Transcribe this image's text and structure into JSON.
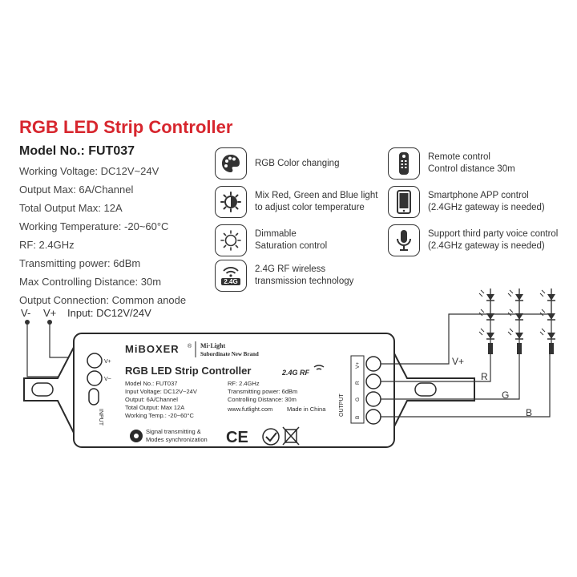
{
  "title": "RGB LED Strip Controller",
  "model": "Model No.: FUT037",
  "specs": [
    "Working Voltage: DC12V~24V",
    "Output Max: 6A/Channel",
    "Total Output Max: 12A",
    "Working Temperature: -20~60°C",
    "RF: 2.4GHz",
    "Transmitting power: 6dBm",
    "Max Controlling Distance: 30m",
    "Output Connection: Common anode"
  ],
  "features_mid": [
    {
      "icon": "palette-icon",
      "lines": [
        "RGB Color changing"
      ]
    },
    {
      "icon": "brightness-contrast-icon",
      "lines": [
        "Mix Red, Green and Blue light",
        "to adjust color temperature"
      ]
    },
    {
      "icon": "sun-dimmer-icon",
      "lines": [
        "Dimmable",
        "Saturation control"
      ]
    },
    {
      "icon": "wifi-2-4g-icon",
      "badge": "2.4G",
      "lines": [
        "2.4G RF wireless",
        "transmission technology"
      ]
    }
  ],
  "features_right": [
    {
      "icon": "remote-control-icon",
      "lines": [
        "Remote control",
        "Control distance 30m"
      ]
    },
    {
      "icon": "smartphone-icon",
      "lines": [
        "Smartphone APP control",
        "(2.4GHz gateway is needed)"
      ]
    },
    {
      "icon": "microphone-icon",
      "lines": [
        "Support third party voice control",
        "(2.4GHz gateway is needed)"
      ]
    }
  ],
  "wiring": {
    "v_minus": "V-",
    "v_plus": "V+",
    "input_label": "Input: DC12V/24V",
    "out_vplus": "V+",
    "out_r": "R",
    "out_g": "G",
    "out_b": "B"
  },
  "device": {
    "brand": "MiBOXER",
    "brand_reg": "®",
    "sub_brand": "Mi·Light",
    "sub_brand_tag": "Subordinate New Brand",
    "name": "RGB LED Strip Controller",
    "rf_badge": "2.4G RF",
    "term_vplus": "V+",
    "term_vminus": "V−",
    "input_vert": "INPUT",
    "output_vert": "OUTPUT",
    "out_terms": [
      "V+",
      "R",
      "G",
      "B"
    ],
    "left_specs": [
      "Model No.: FUT037",
      "Input Voltage: DC12V~24V",
      "Output: 6A/Channel",
      "Total Output: Max 12A",
      "Working Temp.: -20~60°C"
    ],
    "right_specs": [
      "RF: 2.4GHz",
      "Transmitting power: 6dBm",
      "Controlling Distance: 30m"
    ],
    "website": "www.futlight.com",
    "made_in": "Made in China",
    "signal_note": [
      "Signal transmitting &",
      "Modes synchronization"
    ],
    "ce_mark": "CE"
  },
  "colors": {
    "title_red": "#d7262e",
    "device_dark": "#2a2a2a",
    "led": "#333333"
  }
}
